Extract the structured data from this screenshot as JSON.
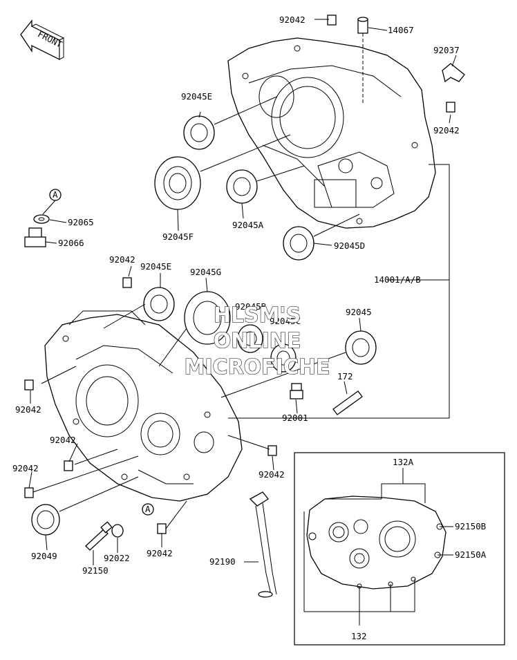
{
  "front_arrow": {
    "text": "FRONT",
    "icon": "front-arrow-icon"
  },
  "ref_marker": "A",
  "labels": {
    "p92042_top": "92042",
    "p14067": "14067",
    "p92037": "92037",
    "p92042_right": "92042",
    "p92045E_upper": "92045E",
    "p92045F": "92045F",
    "p92045A": "92045A",
    "p92045D": "92045D",
    "p92065": "92065",
    "p92066": "92066",
    "p14001": "14001/A/B",
    "p92042_left_top": "92042",
    "p92045E_lower": "92045E",
    "p92045G": "92045G",
    "p92045B": "92045B",
    "p92045C": "92045C",
    "p92045": "92045",
    "p172": "172",
    "p92001": "92001",
    "p92042_mid_left": "92042",
    "p92042_lower_left": "92042",
    "p92042_bottom_left": "92042",
    "p92042_center": "92042",
    "p92049": "92049",
    "p92150": "92150",
    "p92022": "92022",
    "p92042_bottom": "92042",
    "p92190": "92190",
    "p132A": "132A",
    "p92150B": "92150B",
    "p92150A": "92150A",
    "p132": "132"
  },
  "watermark": {
    "line1": "HLSM'S",
    "line2": "ONLINE",
    "line3": "MICROFICHE"
  }
}
